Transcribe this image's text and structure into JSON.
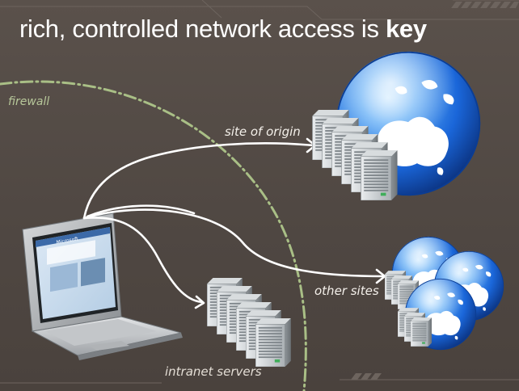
{
  "slide": {
    "title_prefix": "rich, controlled network access is ",
    "title_emphasis": "key"
  },
  "labels": {
    "firewall": "firewall",
    "site_of_origin": "site of origin",
    "other_sites": "other sites",
    "intranet_servers": "intranet servers"
  },
  "browser": {
    "logo_text": "Microsoft"
  },
  "colors": {
    "background": "#534a45",
    "firewall_line": "#a9bf86",
    "arrow": "#ffffff",
    "globe_ocean": "#1f74e6",
    "globe_land": "#ffffff",
    "server": "#c9cdd0"
  },
  "icons": {
    "globe": "globe-icon",
    "server": "server-rack-icon",
    "laptop": "laptop-icon"
  }
}
